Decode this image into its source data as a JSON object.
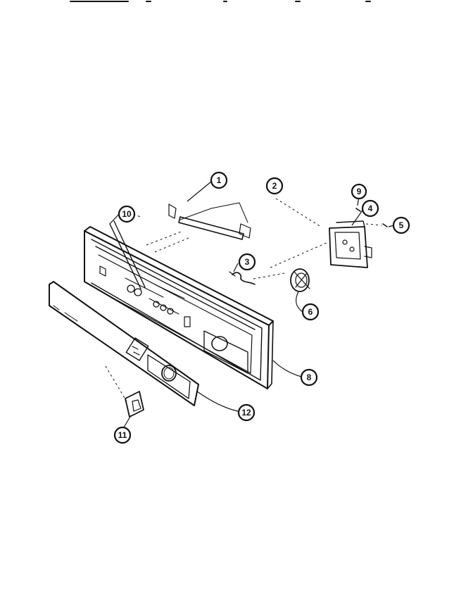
{
  "callouts": [
    {
      "id": "1",
      "label": "1"
    },
    {
      "id": "2",
      "label": "2"
    },
    {
      "id": "3",
      "label": "3"
    },
    {
      "id": "4",
      "label": "4"
    },
    {
      "id": "5",
      "label": "5"
    },
    {
      "id": "6",
      "label": "6"
    },
    {
      "id": "8",
      "label": "8"
    },
    {
      "id": "9",
      "label": "9"
    },
    {
      "id": "10",
      "label": "10"
    },
    {
      "id": "11",
      "label": "11"
    },
    {
      "id": "12",
      "label": "12"
    }
  ]
}
